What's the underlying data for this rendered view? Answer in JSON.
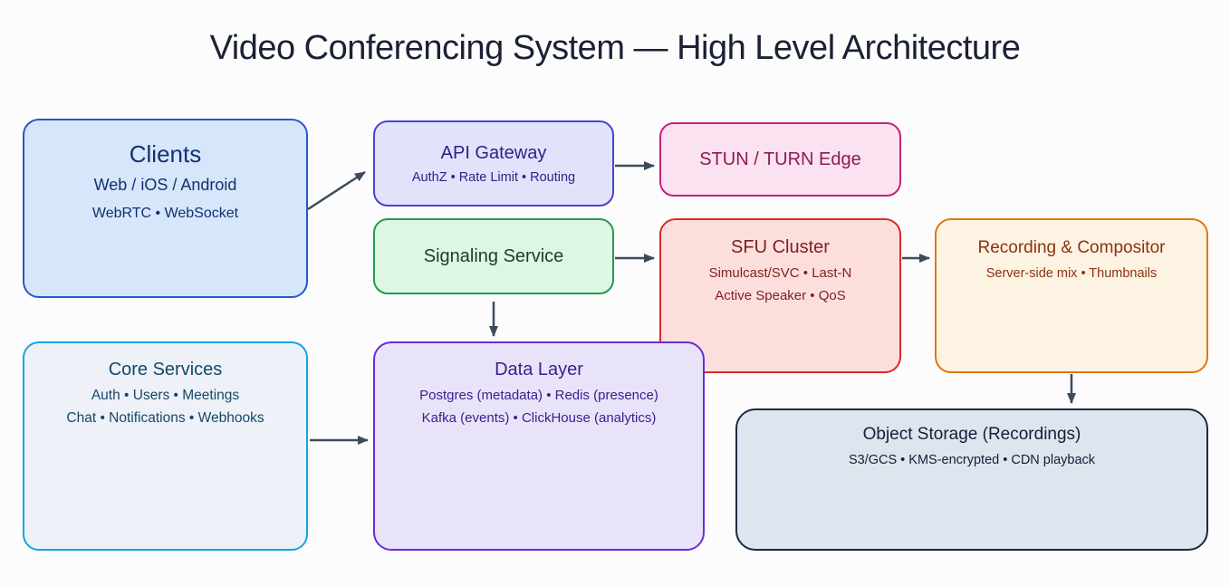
{
  "title": "Video Conferencing System — High Level Architecture",
  "diagram": {
    "arrow_color": "#3d4a5c",
    "background": "#fcfcfd",
    "title_color": "#1b2134",
    "nodes": {
      "clients": {
        "title": "Clients",
        "lines": [
          "Web / iOS / Android",
          "WebRTC • WebSocket"
        ],
        "fill": "#d7e6fb",
        "border": "#2459c9",
        "text": "#13316e"
      },
      "api_gateway": {
        "title": "API Gateway",
        "lines": [
          "AuthZ • Rate Limit • Routing"
        ],
        "fill": "#e1e3fb",
        "border": "#4f3fd2",
        "text": "#2c2386"
      },
      "stun_turn": {
        "title": "STUN / TURN Edge",
        "lines": [],
        "fill": "#fbe2f0",
        "border": "#c42279",
        "text": "#8e1a55"
      },
      "signaling": {
        "title": "Signaling Service",
        "lines": [],
        "fill": "#def7e4",
        "border": "#259c4a",
        "text": "#1d3b2a"
      },
      "sfu": {
        "title": "SFU Cluster",
        "lines": [
          "Simulcast/SVC • Last-N",
          "Active Speaker • QoS"
        ],
        "fill": "#fcdfdc",
        "border": "#d92b26",
        "text": "#801f1f"
      },
      "recording": {
        "title": "Recording & Compositor",
        "lines": [
          "Server-side mix • Thumbnails"
        ],
        "fill": "#fdf3e3",
        "border": "#e0760f",
        "text": "#8c3110"
      },
      "core_services": {
        "title": "Core Services",
        "lines": [
          "Auth • Users • Meetings",
          "Chat • Notifications • Webhooks"
        ],
        "fill": "#eef2f8",
        "border": "#14a3e3",
        "text": "#15476b"
      },
      "data_layer": {
        "title": "Data Layer",
        "lines": [
          "Postgres (metadata) • Redis (presence)",
          "Kafka (events) • ClickHouse (analytics)"
        ],
        "fill": "#e9e3f9",
        "border": "#6b2bd9",
        "text": "#3a1e8c"
      },
      "object_storage": {
        "title": "Object Storage (Recordings)",
        "lines": [
          "S3/GCS • KMS-encrypted • CDN playback"
        ],
        "fill": "#dfe5ee",
        "border": "#1b2942",
        "text": "#121f38"
      }
    },
    "edges": [
      {
        "from": "clients",
        "to": "api_gateway"
      },
      {
        "from": "api_gateway",
        "to": "stun_turn"
      },
      {
        "from": "signaling",
        "to": "sfu"
      },
      {
        "from": "sfu",
        "to": "recording"
      },
      {
        "from": "signaling",
        "to": "data_layer"
      },
      {
        "from": "core_services",
        "to": "data_layer"
      },
      {
        "from": "recording",
        "to": "object_storage"
      }
    ]
  }
}
